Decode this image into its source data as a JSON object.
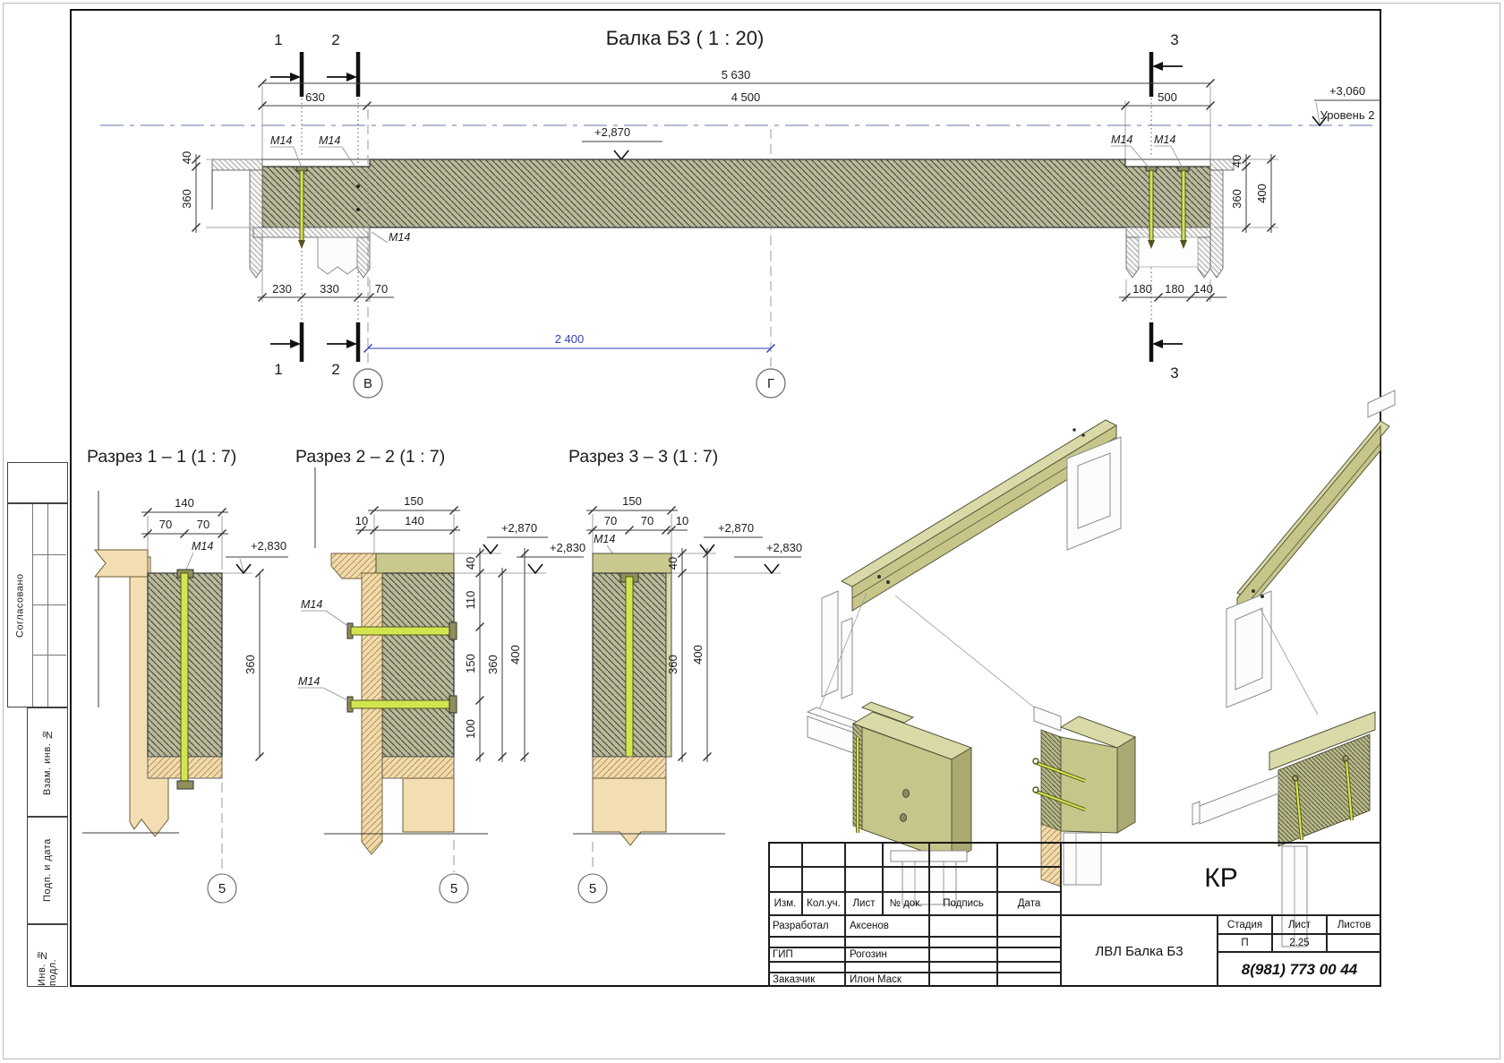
{
  "labels": {
    "m14": "M14",
    "bubble5": "5"
  },
  "main": {
    "title": "Балка Б3 ( 1 : 20)",
    "dim_total": "5 630",
    "dim_span": "4 500",
    "dim_left": "630",
    "dim_right": "500",
    "elev_mid": "+2,870",
    "elev_level": "+3,060",
    "level_label": "Уровень 2",
    "mark1": "1",
    "mark2": "2",
    "mark3": "3",
    "bot_left": [
      "230",
      "330",
      "70"
    ],
    "bot_right": [
      "180",
      "180",
      "140"
    ],
    "v40": "40",
    "v360": "360",
    "v400": "400",
    "dim_blue": "2 400",
    "grid_b": "В",
    "grid_g": "Г"
  },
  "s1": {
    "title": "Разрез 1 – 1 (1 : 7)",
    "d140": "140",
    "d70": "70",
    "elev": "+2,830",
    "d360": "360"
  },
  "s2": {
    "title": "Разрез 2 – 2 (1 : 7)",
    "d150": "150",
    "d10": "10",
    "d140": "140",
    "elev1": "+2,870",
    "elev2": "+2,830",
    "c40": "40",
    "c110": "110",
    "c150": "150",
    "c100": "100",
    "d360": "360",
    "d400": "400"
  },
  "s3": {
    "title": "Разрез 3 – 3 (1 : 7)",
    "d150": "150",
    "d70": "70",
    "d10": "10",
    "elev1": "+2,870",
    "elev2": "+2,830",
    "c40": "40",
    "d360": "360",
    "d400": "400"
  },
  "stamps": {
    "approved": "Согласовано",
    "zam": "Взам. инв. №",
    "podp": "Подп. и дата",
    "inv": "Инв. № подл."
  },
  "titleblock": {
    "code": "КР",
    "doc": "ЛВЛ Балка Б3",
    "phone": "8(981) 773 00 44",
    "h_izm": "Изм.",
    "h_kol": "Кол.уч.",
    "h_list": "Лист",
    "h_doc": "№ док.",
    "h_sign": "Подпись",
    "h_date": "Дата",
    "h_stage": "Стадия",
    "h_sheet": "Лист",
    "h_sheets": "Листов",
    "stage": "П",
    "sheet": "2.25",
    "r1_role": "Разработал",
    "r1_name": "Аксенов",
    "r2_role": "ГИП",
    "r2_name": "Рогозин",
    "r3_role": "Заказчик",
    "r3_name": "Илон Маск"
  },
  "colors": {
    "beam_fill": "#b9b99c",
    "cap_fill": "#c9c98f",
    "bolt": "#d2e54f",
    "wood": "#f2deb2",
    "axis": "#99a4c6",
    "dim_blue": "#2f3fbf",
    "iso_olive": "#c6c68a"
  }
}
